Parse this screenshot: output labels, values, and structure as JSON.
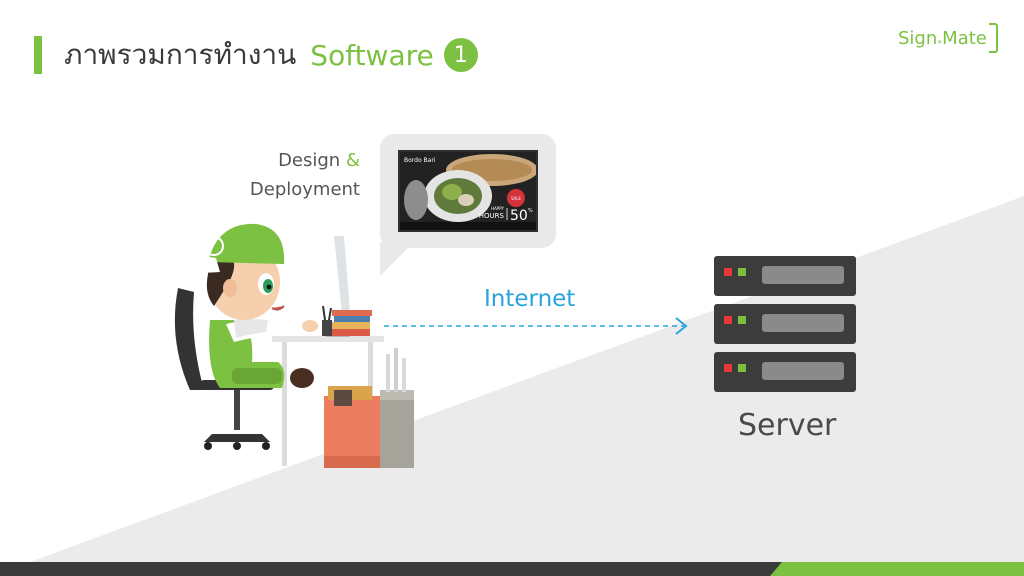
{
  "title": {
    "thai": "ภาพรวมการทำงาน",
    "software": "Software",
    "number": "1"
  },
  "logo": {
    "part1": "Sign",
    "part2": "Mate"
  },
  "labels": {
    "design": "Design",
    "amp": "&",
    "deployment": "Deployment",
    "internet": "Internet",
    "server": "Server"
  },
  "screen": {
    "brand": "Bordo Bari",
    "happy": "HAPPY",
    "hours": "HOURS",
    "discount": "50",
    "percent": "%",
    "badge": "SALE"
  },
  "colors": {
    "accent_green": "#7cc142",
    "internet_blue": "#29a3dd",
    "server_dark": "#3c3c3c",
    "led_red": "#e8383c",
    "led_green": "#7cc142"
  }
}
